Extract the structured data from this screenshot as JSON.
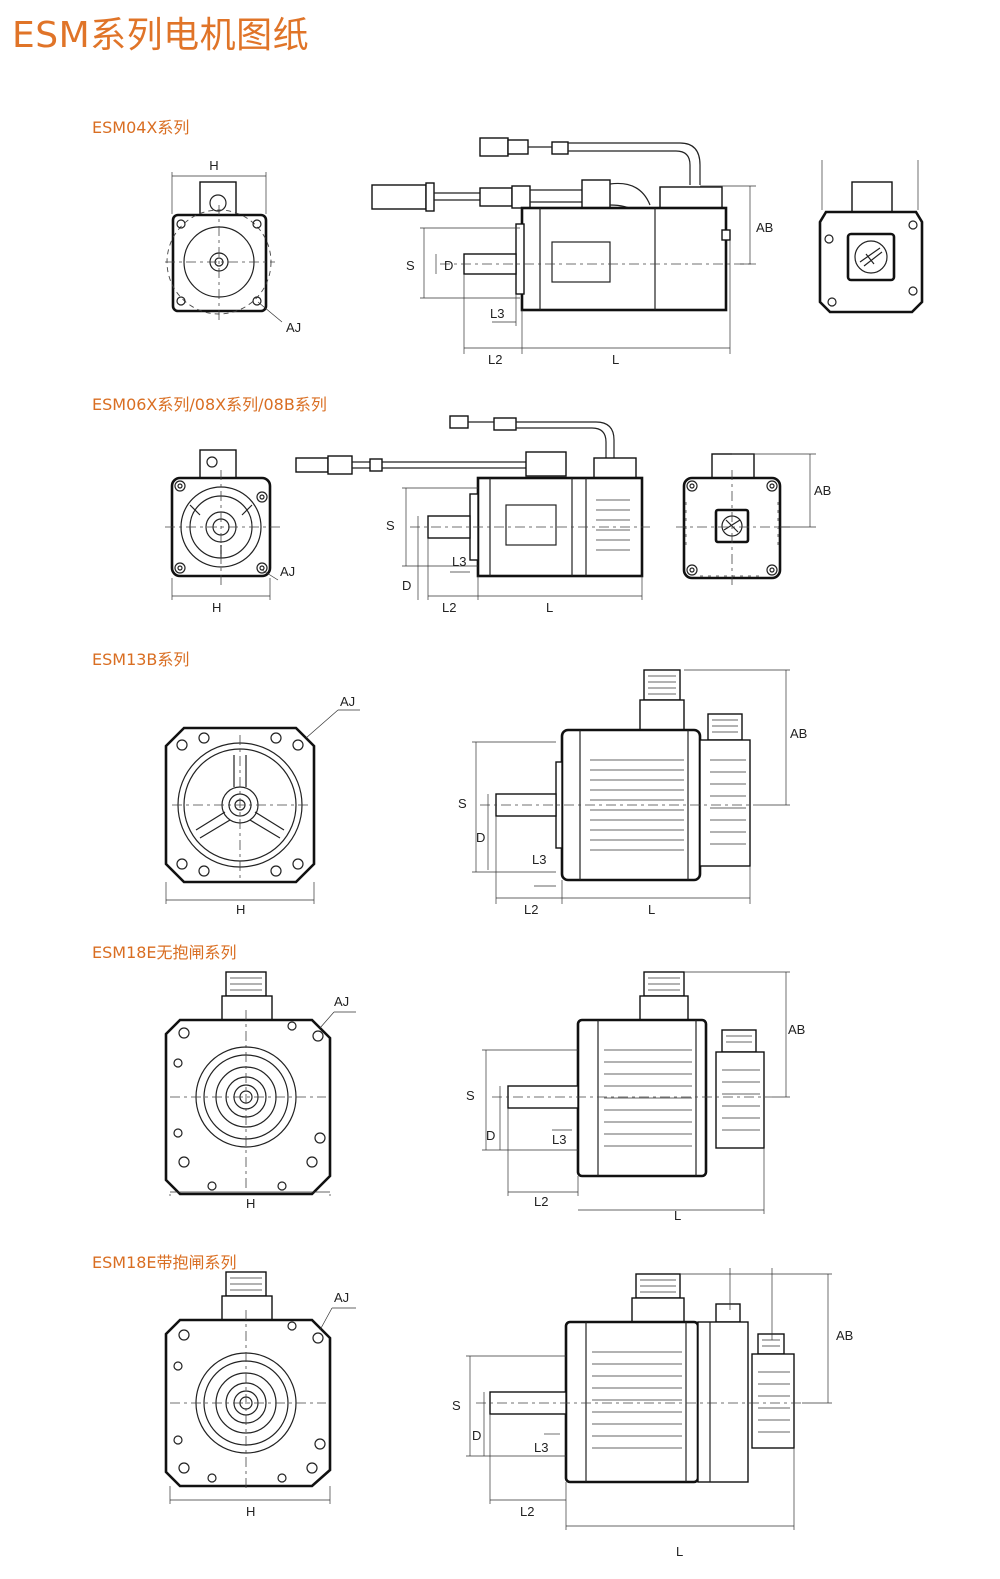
{
  "page": {
    "title": "ESM系列电机图纸"
  },
  "sections": [
    {
      "title": "ESM04X系列",
      "labels": {
        "H": "H",
        "AJ": "AJ",
        "S": "S",
        "D": "D",
        "L3": "L3",
        "L2": "L2",
        "L": "L",
        "AB": "AB"
      }
    },
    {
      "title": "ESM06X系列/08X系列/08B系列",
      "labels": {
        "H": "H",
        "AJ": "AJ",
        "S": "S",
        "D": "D",
        "L3": "L3",
        "L2": "L2",
        "L": "L",
        "AB": "AB"
      }
    },
    {
      "title": "ESM13B系列",
      "labels": {
        "H": "H",
        "AJ": "AJ",
        "S": "S",
        "D": "D",
        "L3": "L3",
        "L2": "L2",
        "L": "L",
        "AB": "AB"
      }
    },
    {
      "title": "ESM18E无抱闸系列",
      "labels": {
        "H": "H",
        "AJ": "AJ",
        "S": "S",
        "D": "D",
        "L3": "L3",
        "L2": "L2",
        "L": "L",
        "AB": "AB"
      }
    },
    {
      "title": "ESM18E带抱闸系列",
      "labels": {
        "H": "H",
        "AJ": "AJ",
        "S": "S",
        "D": "D",
        "L3": "L3",
        "L2": "L2",
        "L": "L",
        "AB": "AB"
      }
    }
  ]
}
